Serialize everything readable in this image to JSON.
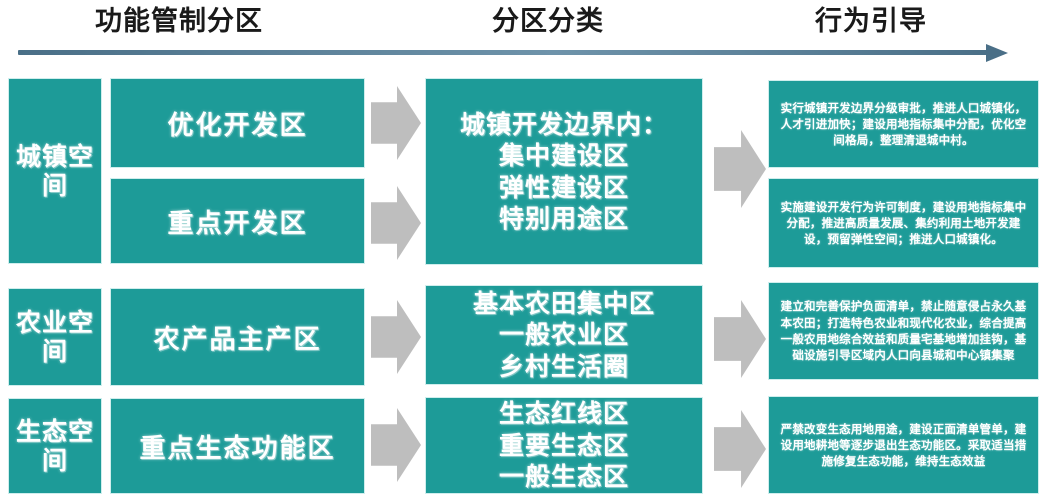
{
  "header": {
    "titles": [
      {
        "id": "col-1",
        "label": "功能管制分区"
      },
      {
        "id": "col-2",
        "label": "分区分类"
      },
      {
        "id": "col-3",
        "label": "行为引导"
      }
    ],
    "progress_arrow": "right-arrow"
  },
  "colors": {
    "teal": "#1d9b98",
    "arrow_gray": "#bebebe",
    "header_arrow": "#4a6f87",
    "text_white": "#ffffff",
    "background": "#ffffff",
    "box_border": "#cfeeed"
  },
  "categories": [
    {
      "id": "urban",
      "label": "城镇空间",
      "lines": [
        "城镇",
        "空间"
      ]
    },
    {
      "id": "agriculture",
      "label": "农业空间",
      "lines": [
        "农业",
        "空间"
      ]
    },
    {
      "id": "ecology",
      "label": "生态空间",
      "lines": [
        "生态",
        "空间"
      ]
    }
  ],
  "zones": [
    {
      "id": "optimized-development",
      "label": "优化开发区",
      "category": "urban"
    },
    {
      "id": "key-development",
      "label": "重点开发区",
      "category": "urban"
    },
    {
      "id": "main-agricultural-product",
      "label": "农产品主产区",
      "category": "agriculture"
    },
    {
      "id": "key-ecological-function",
      "label": "重点生态功能区",
      "category": "ecology"
    }
  ],
  "classifications": [
    {
      "id": "urban-classification",
      "category": "urban",
      "lines": [
        "城镇开发边界内：",
        "集中建设区",
        "弹性建设区",
        "特别用途区"
      ]
    },
    {
      "id": "agriculture-classification",
      "category": "agriculture",
      "lines": [
        "基本农田集中区",
        "一般农业区",
        "乡村生活圈"
      ]
    },
    {
      "id": "ecology-classification",
      "category": "ecology",
      "lines": [
        "生态红线区",
        "重要生态区",
        "一般生态区"
      ]
    }
  ],
  "guidance": [
    {
      "id": "guidance-urban-1",
      "category": "urban",
      "text": "实行城镇开发边界分级审批，推进人口城镇化，人才引进加快；建设用地指标集中分配，优化空间格局，整理清退城中村。"
    },
    {
      "id": "guidance-urban-2",
      "category": "urban",
      "text": "实施建设开发行为许可制度，建设用地指标集中分配，推进高质量发展、集约利用土地开发建设，预留弹性空间；推进人口城镇化。"
    },
    {
      "id": "guidance-agriculture",
      "category": "agriculture",
      "text": "建立和完善保护负面清单，禁止随意侵占永久基本农田；打造特色农业和现代化农业，综合提高一般农用地综合效益和质量宅基地增加挂钩，基础设施引导区域内人口向县城和中心镇集聚"
    },
    {
      "id": "guidance-ecology",
      "category": "ecology",
      "text": "严禁改变生态用地用途，建设正面清单管单，建设用地耕地等逐步退出生态功能区。采取适当措施修复生态功能，维持生态效益"
    }
  ],
  "flow_arrows": [
    {
      "id": "arrow-urban-1",
      "from": "zone",
      "to": "classification"
    },
    {
      "id": "arrow-urban-2",
      "from": "zone",
      "to": "classification"
    },
    {
      "id": "arrow-agriculture",
      "from": "zone",
      "to": "classification"
    },
    {
      "id": "arrow-ecology",
      "from": "zone",
      "to": "classification"
    },
    {
      "id": "arrow-classification-urban",
      "from": "classification",
      "to": "guidance"
    },
    {
      "id": "arrow-classification-agriculture",
      "from": "classification",
      "to": "guidance"
    },
    {
      "id": "arrow-classification-ecology",
      "from": "classification",
      "to": "guidance"
    }
  ]
}
